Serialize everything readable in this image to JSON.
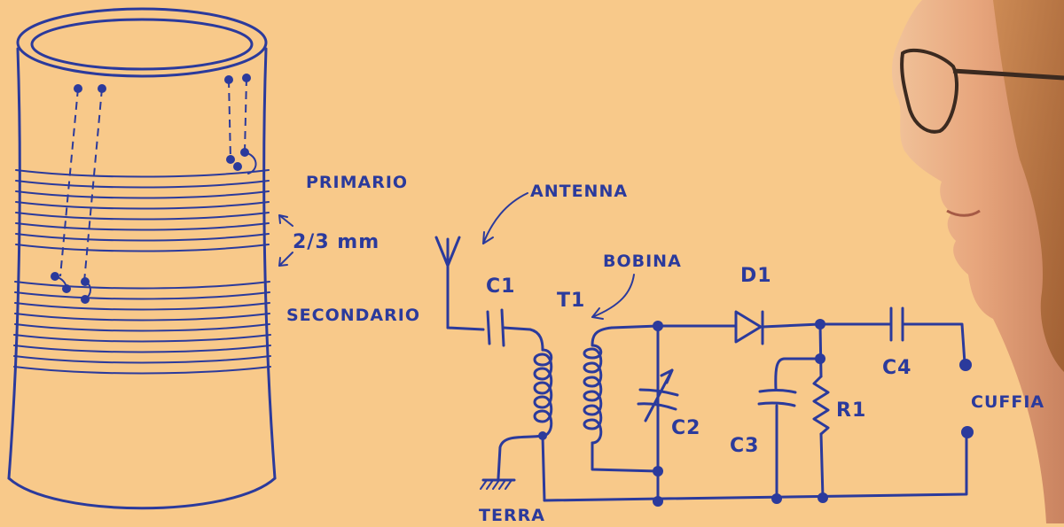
{
  "labels": {
    "primario": "PRIMARIO",
    "secondario": "SECONDARIO",
    "spacing": "2/3 mm",
    "antenna": "ANTENNA",
    "bobina": "BOBINA",
    "terra": "TERRA",
    "cuffia": "CUFFIA"
  },
  "components": {
    "c1": "C1",
    "t1": "T1",
    "d1": "D1",
    "c2": "C2",
    "c3": "C3",
    "r1": "R1",
    "c4": "C4"
  },
  "colors": {
    "background": "#f8c98a",
    "ink": "#2b3a9c"
  }
}
